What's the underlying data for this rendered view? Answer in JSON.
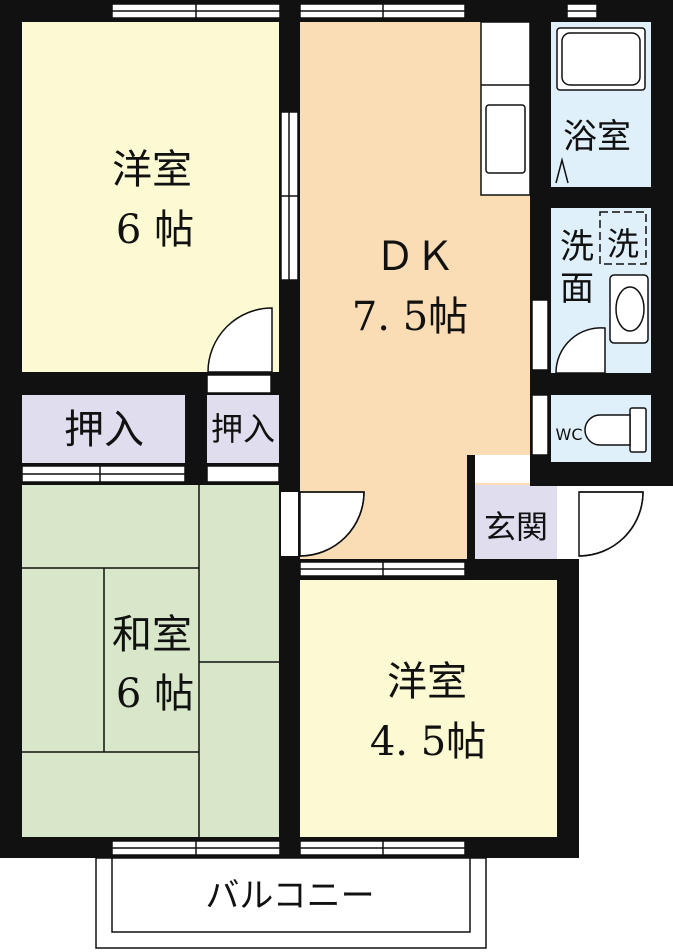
{
  "rooms": {
    "western_room_top": {
      "name": "洋室",
      "size": "6 帖"
    },
    "dining_kitchen": {
      "name": "ＤＫ",
      "size": "7. 5帖"
    },
    "bath": {
      "name": "浴室"
    },
    "washroom": {
      "line1": "洗",
      "line2": "面",
      "washer": "洗"
    },
    "wc": {
      "name": "WC"
    },
    "closet_large": {
      "name": "押入"
    },
    "closet_small": {
      "name": "押入"
    },
    "entrance": {
      "name": "玄関"
    },
    "japanese_room": {
      "name": "和室",
      "size": "6 帖"
    },
    "western_room_bottom": {
      "name": "洋室",
      "size": "4. 5帖"
    },
    "balcony": {
      "name": "バルコニー"
    }
  },
  "colors": {
    "western_top": "#FCFAD2",
    "dk": "#FBDDB5",
    "bath": "#DFF0FA",
    "closet": "#E0DEEE",
    "japanese": "#D8E7C9",
    "western_bottom": "#FCFAD2",
    "wall": "#111111"
  }
}
